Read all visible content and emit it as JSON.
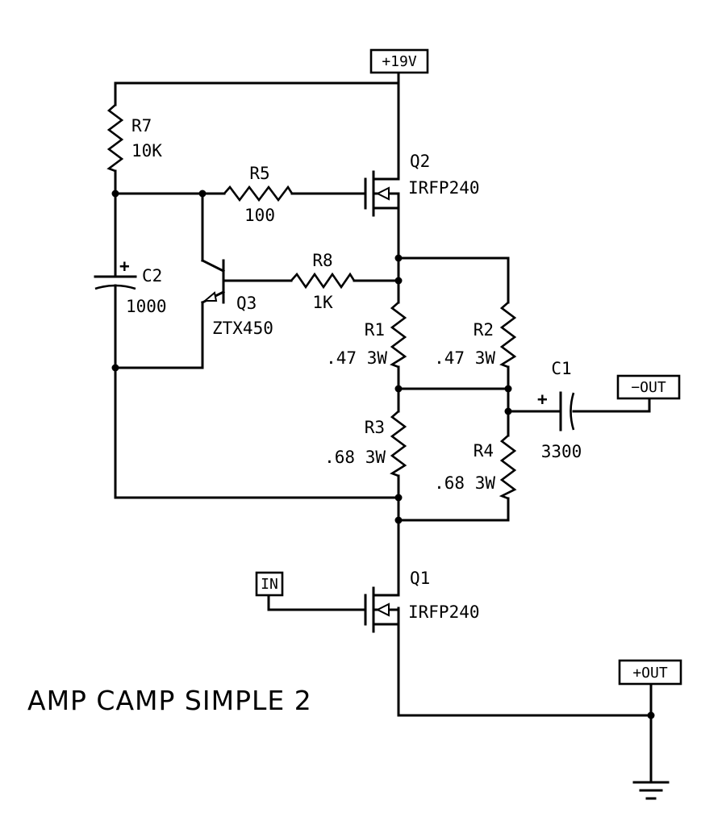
{
  "title": "AMP CAMP SIMPLE 2",
  "ports": {
    "supply": "+19V",
    "neg_out": "−OUT",
    "pos_out": "+OUT",
    "input": "IN"
  },
  "components": {
    "R7": {
      "ref": "R7",
      "value": "10K"
    },
    "R5": {
      "ref": "R5",
      "value": "100"
    },
    "R8": {
      "ref": "R8",
      "value": "1K"
    },
    "R1": {
      "ref": "R1",
      "value": ".47 3W"
    },
    "R2": {
      "ref": "R2",
      "value": ".47 3W"
    },
    "R3": {
      "ref": "R3",
      "value": ".68 3W"
    },
    "R4": {
      "ref": "R4",
      "value": ".68 3W"
    },
    "C1": {
      "ref": "C1",
      "value": "3300",
      "polarity": "+"
    },
    "C2": {
      "ref": "C2",
      "value": "1000",
      "polarity": "+"
    },
    "Q1": {
      "ref": "Q1",
      "value": "IRFP240"
    },
    "Q2": {
      "ref": "Q2",
      "value": "IRFP240"
    },
    "Q3": {
      "ref": "Q3",
      "value": "ZTX450"
    }
  }
}
